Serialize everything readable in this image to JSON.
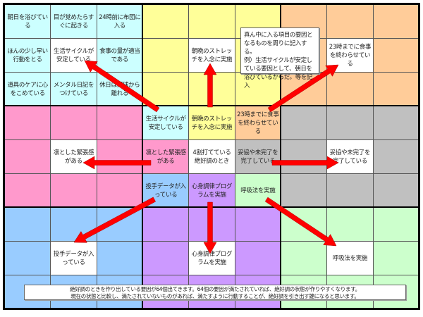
{
  "colors": {
    "top_left": "#CCFFFF",
    "top": "#FFFF99",
    "top_right": "#FFCC99",
    "left": "#FF99CC",
    "center": "#FFFFFF",
    "right": "#C0C0C0",
    "bottom_left": "#99CCFF",
    "bottom": "#CC99FF",
    "bottom_right": "#CCFFCC",
    "arrow": "#FF0000"
  },
  "blocks": [
    {
      "name": "top_left",
      "cells": [
        "朝日を浴びている",
        "目が覚めたらすぐに起きる",
        "24時前に布団に入る",
        "ほんの少し早い行動をとる",
        "生活サイクルが安定している",
        "食事の量が適当である",
        "道具のケアに心をこめている",
        "メンタル日記をつけている",
        "休日は野球から離れる"
      ]
    },
    {
      "name": "top",
      "cells": [
        "",
        "",
        "",
        "",
        "朝晩のストレッチを入念に実施",
        "",
        "",
        "",
        ""
      ]
    },
    {
      "name": "top_right",
      "cells": [
        "",
        "",
        "",
        "",
        "23時までに食事を終わらせている",
        "",
        "",
        "",
        ""
      ]
    },
    {
      "name": "left",
      "cells": [
        "",
        "",
        "",
        "",
        "凛とした緊張感がある",
        "",
        "",
        "",
        ""
      ]
    },
    {
      "name": "center",
      "cells": [
        "生活サイクルが安定している",
        "朝晩のストレッチを入念に実施",
        "23時までに食事を終わらせている",
        "凛とした緊張感がある",
        "4割打てている絶好調のとき",
        "妥協や未完了を完了している",
        "投手データが入っている",
        "心身調律プログラムを実施",
        "呼吸法を実施"
      ]
    },
    {
      "name": "right",
      "cells": [
        "",
        "",
        "",
        "",
        "妥協や未完了を完了している",
        "",
        "",
        "",
        ""
      ]
    },
    {
      "name": "bottom_left",
      "cells": [
        "",
        "",
        "",
        "",
        "投手データが入っている",
        "",
        "",
        "",
        ""
      ]
    },
    {
      "name": "bottom",
      "cells": [
        "",
        "",
        "",
        "",
        "心身調律プログラムを実施",
        "",
        "",
        "",
        ""
      ]
    },
    {
      "name": "bottom_right",
      "cells": [
        "",
        "",
        "",
        "",
        "呼吸法を実施",
        "",
        "",
        "",
        ""
      ]
    }
  ],
  "callout": "真ん中に入る項目の要因となるものを周りに記入する。\n例）生活サイクルが安定している要因として、朝日を浴びているからだ。等を記入",
  "note": {
    "line1": "絶好調のときを作り出している要因が64個出てきます。64個の要因が満たされていれば、絶好調の状態が作りやすくなります。",
    "line2": "現在の状態と比較し、満たされていないものがあれば、満たすように行動することが、絶好調を引き出す鍵になると思います。"
  }
}
